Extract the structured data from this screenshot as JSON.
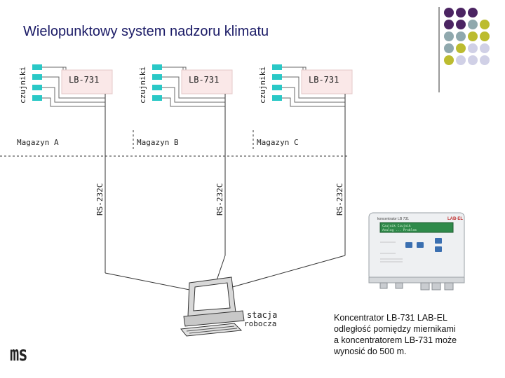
{
  "title": "Wielopunktowy system nadzoru klimatu",
  "decor_colors": {
    "purple": "#4b2462",
    "gray_blue": "#8fa8ad",
    "olive": "#bcbc2f",
    "lavender": "#d0d0e6"
  },
  "decor_grid": [
    [
      "purple",
      "purple",
      "purple",
      ""
    ],
    [
      "purple",
      "purple",
      "gray_blue",
      "olive"
    ],
    [
      "gray_blue",
      "gray_blue",
      "olive",
      "olive"
    ],
    [
      "gray_blue",
      "olive",
      "lavender",
      "lavender"
    ],
    [
      "olive",
      "lavender",
      "lavender",
      "lavender"
    ]
  ],
  "sensor_label": "czujniki",
  "logger_label": "LB-731",
  "warehouses": [
    "Magazyn A",
    "Magazyn B",
    "Magazyn C"
  ],
  "bus_label": "RS-232C",
  "station_line1": "stacja",
  "station_line2": "robocza",
  "device": {
    "header": "koncentrator LB 731",
    "screen_line1": "Czujnik    Czujnik",
    "screen_line2": "Analog  ...  Problem",
    "brand": "LAB-EL"
  },
  "caption": [
    "Koncentrator LB-731 LAB-EL",
    "odległość pomiędzy miernikami",
    "a koncentratorem LB-731 może",
    "wynosić do 500 m."
  ],
  "logo_text": "ms"
}
